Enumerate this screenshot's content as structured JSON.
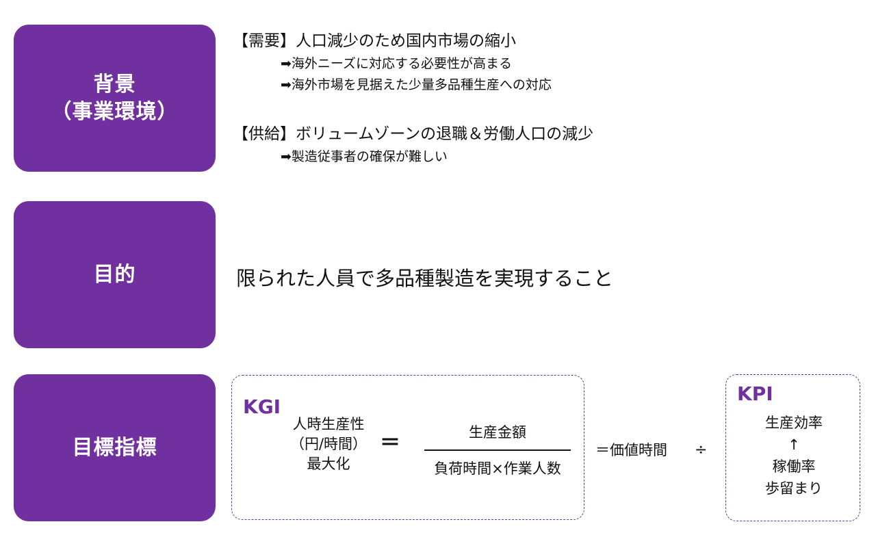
{
  "background": {
    "label_line1": "背景",
    "label_line2": "（事業環境）",
    "demand_heading": "【需要】人口減少のため国内市場の縮小",
    "demand_point1": "➡海外ニーズに対応する必要性が高まる",
    "demand_point2": "➡海外市場を見据えた少量多品種生産への対応",
    "supply_heading": "【供給】ボリュームゾーンの退職＆労働人口の減少",
    "supply_point1": "➡製造従事者の確保が難しい"
  },
  "purpose": {
    "label": "目的",
    "text": "限られた人員で多品種製造を実現すること"
  },
  "target": {
    "label": "目標指標",
    "kgi_tag": "KGI",
    "kgi_line1": "人時生産性",
    "kgi_line2": "（円/時間）",
    "kgi_line3": "最大化",
    "equals": "＝",
    "numerator": "生産金額",
    "denominator": "負荷時間×作業人数",
    "value_time": "＝価値時間",
    "divide": "÷",
    "kpi_tag": "KPI",
    "kpi_line1": "生産効率",
    "kpi_arrow": "↑",
    "kpi_line2": "稼働率",
    "kpi_line3": "歩留まり"
  },
  "colors": {
    "accent": "#7030a0",
    "text": "#111111",
    "label_text": "#ffffff"
  }
}
